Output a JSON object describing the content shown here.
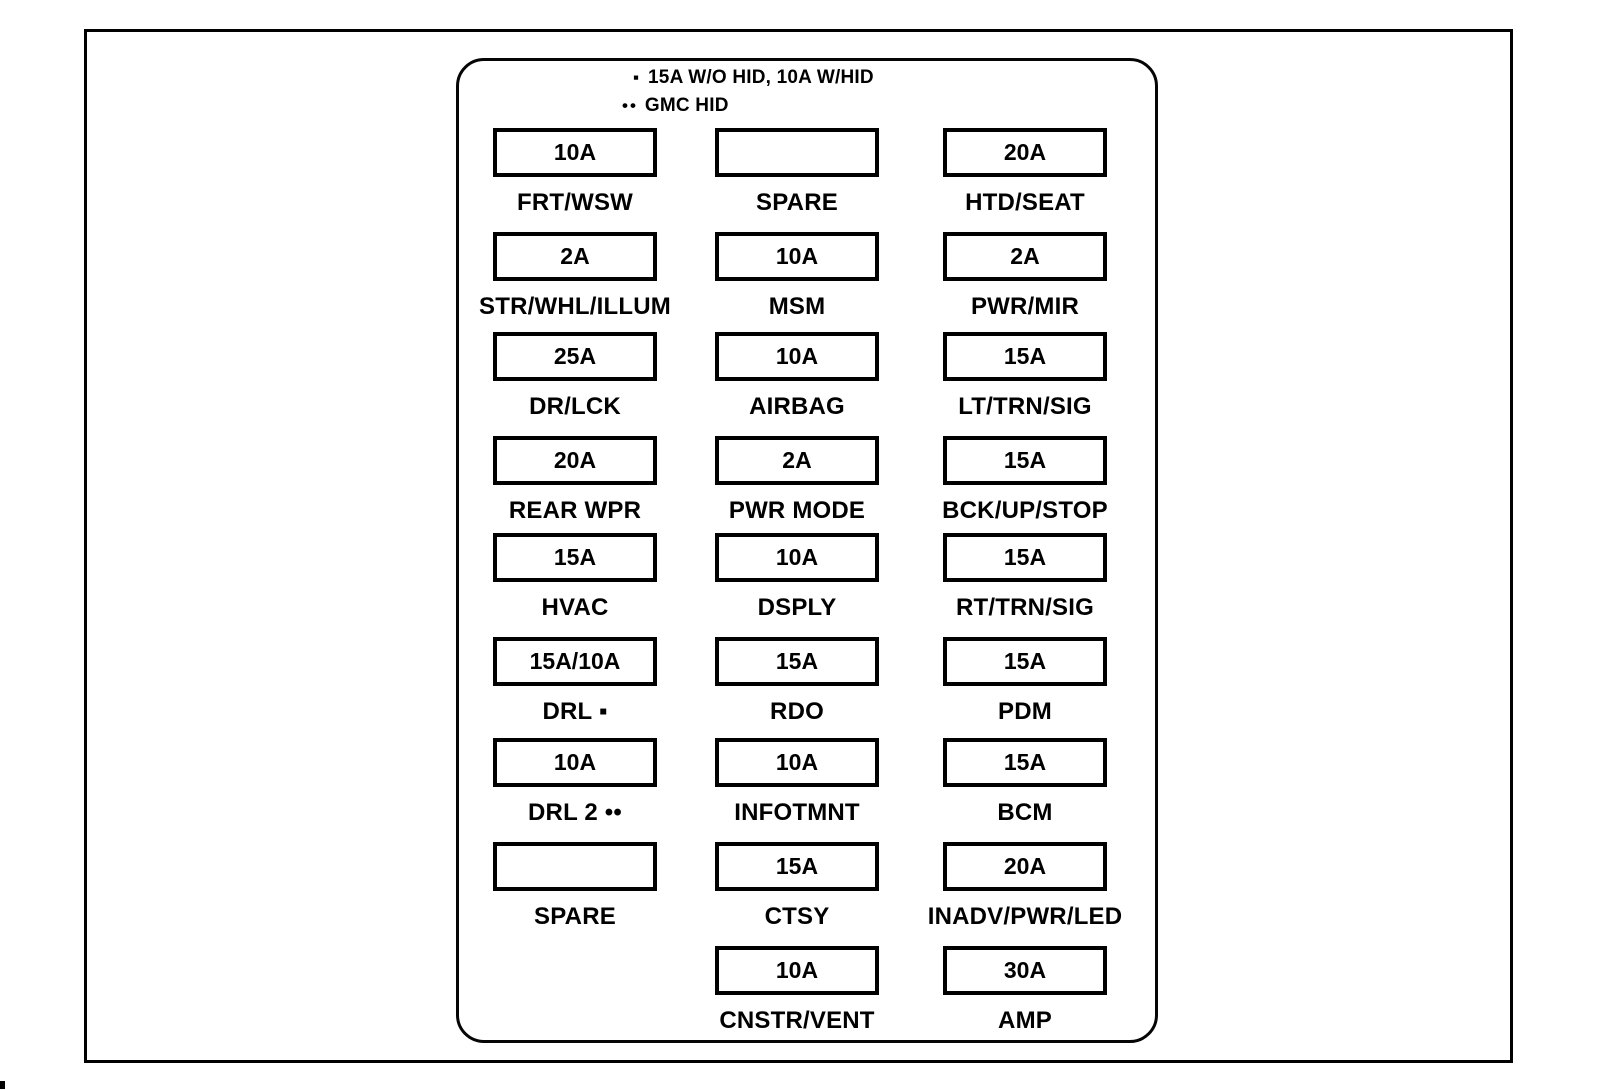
{
  "colors": {
    "line": "#000000",
    "background": "#ffffff"
  },
  "legend": {
    "items": [
      {
        "marker": "▪",
        "text": "15A W/O HID, 10A W/HID"
      },
      {
        "marker": "••",
        "text": "GMC HID"
      }
    ]
  },
  "panel": {
    "rows": [
      {
        "cells": [
          {
            "amp": "10A",
            "label": "FRT/WSW"
          },
          {
            "amp": "",
            "label": "SPARE"
          },
          {
            "amp": "20A",
            "label": "HTD/SEAT"
          }
        ]
      },
      {
        "cells": [
          {
            "amp": "2A",
            "label": "STR/WHL/ILLUM"
          },
          {
            "amp": "10A",
            "label": "MSM"
          },
          {
            "amp": "2A",
            "label": "PWR/MIR"
          }
        ]
      },
      {
        "cells": [
          {
            "amp": "25A",
            "label": "DR/LCK"
          },
          {
            "amp": "10A",
            "label": "AIRBAG"
          },
          {
            "amp": "15A",
            "label": "LT/TRN/SIG"
          }
        ]
      },
      {
        "cells": [
          {
            "amp": "20A",
            "label": "REAR WPR"
          },
          {
            "amp": "2A",
            "label": "PWR MODE"
          },
          {
            "amp": "15A",
            "label": "BCK/UP/STOP"
          }
        ]
      },
      {
        "cells": [
          {
            "amp": "15A",
            "label": "HVAC"
          },
          {
            "amp": "10A",
            "label": "DSPLY"
          },
          {
            "amp": "15A",
            "label": "RT/TRN/SIG"
          }
        ]
      },
      {
        "cells": [
          {
            "amp": "15A/10A",
            "label": "DRL ▪"
          },
          {
            "amp": "15A",
            "label": "RDO"
          },
          {
            "amp": "15A",
            "label": "PDM"
          }
        ]
      },
      {
        "cells": [
          {
            "amp": "10A",
            "label": "DRL 2 ••"
          },
          {
            "amp": "10A",
            "label": "INFOTMNT"
          },
          {
            "amp": "15A",
            "label": "BCM"
          }
        ]
      },
      {
        "cells": [
          {
            "amp": "",
            "label": "SPARE"
          },
          {
            "amp": "15A",
            "label": "CTSY"
          },
          {
            "amp": "20A",
            "label": "INADV/PWR/LED"
          }
        ]
      },
      {
        "cells": [
          null,
          {
            "amp": "10A",
            "label": "CNSTR/VENT"
          },
          {
            "amp": "30A",
            "label": "AMP"
          }
        ]
      }
    ]
  }
}
